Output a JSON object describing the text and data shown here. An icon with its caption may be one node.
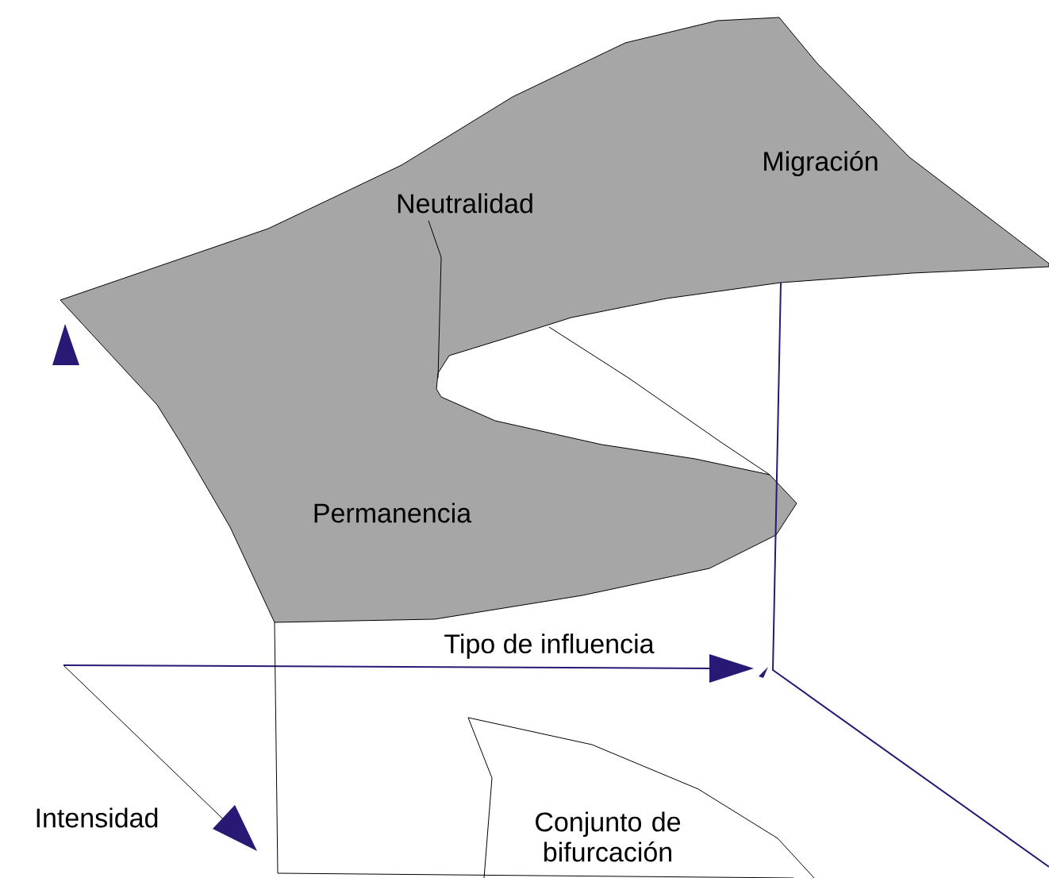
{
  "diagram": {
    "labels": [
      "Migración",
      "Neutralidad",
      "Permanencia",
      "Tipo de influencia",
      "Intensidad",
      "Conjunto de bifurcación"
    ]
  }
}
